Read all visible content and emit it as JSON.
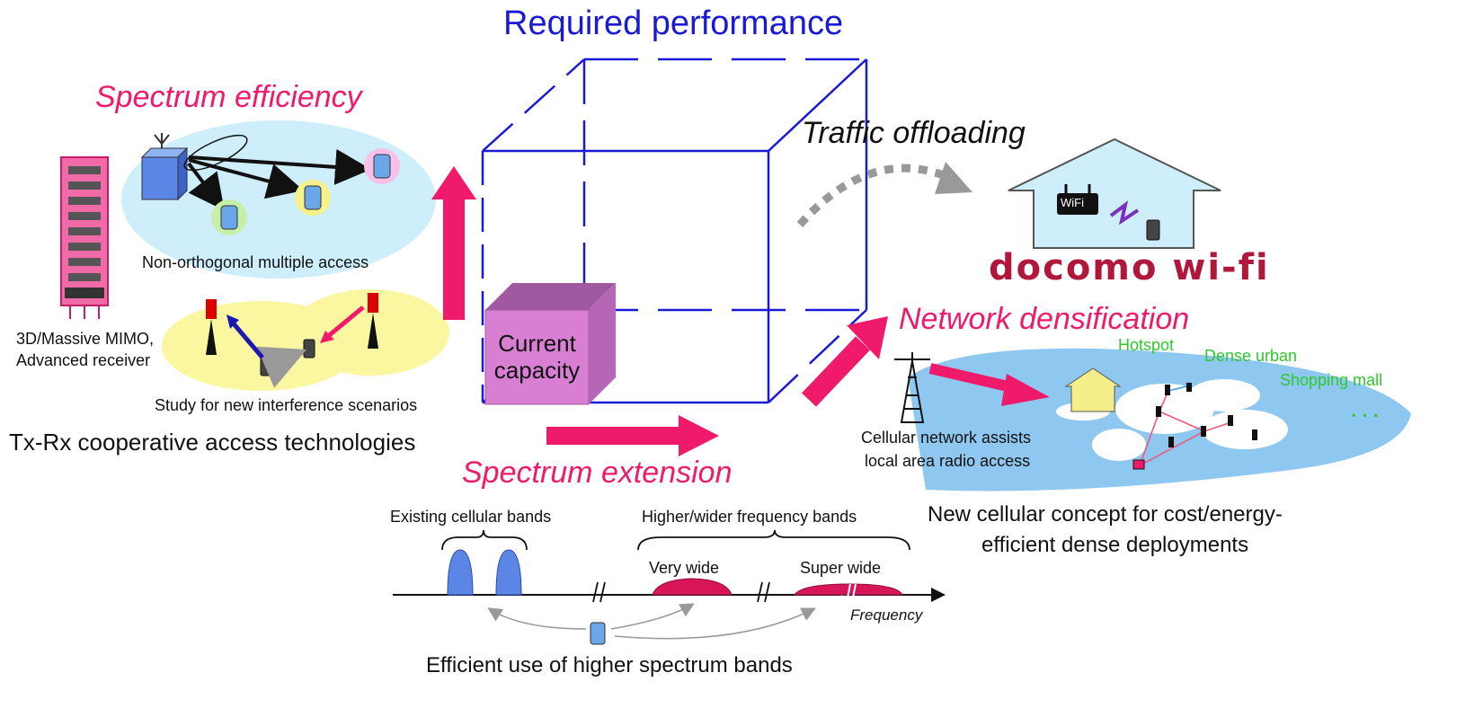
{
  "title": "Required performance",
  "spectrum_efficiency": {
    "heading": "Spectrum efficiency",
    "noma_label": "Non-orthogonal multiple access",
    "mimo_label_line1": "3D/Massive MIMO,",
    "mimo_label_line2": "Advanced receiver",
    "interference_label": "Study for new interference scenarios",
    "footer": "Tx-Rx cooperative access technologies"
  },
  "cube": {
    "current_capacity_line1": "Current",
    "current_capacity_line2": "capacity"
  },
  "offloading": {
    "heading": "Traffic offloading",
    "wifi_badge": "WiFi",
    "brand": "docomo wi-fi"
  },
  "densification": {
    "heading": "Network densification",
    "hotspot": "Hotspot",
    "dense_urban": "Dense urban",
    "shopping_mall": "Shopping mall",
    "ellipsis": "...",
    "assist_line1": "Cellular network assists",
    "assist_line2": "local area radio access",
    "footer_line1": "New cellular concept for cost/energy-",
    "footer_line2": "efficient dense deployments"
  },
  "spectrum_extension": {
    "heading": "Spectrum extension",
    "existing_bands": "Existing cellular bands",
    "higher_bands": "Higher/wider frequency bands",
    "very_wide": "Very wide",
    "super_wide": "Super wide",
    "frequency_axis": "Frequency",
    "footer": "Efficient use of higher spectrum bands"
  },
  "colors": {
    "cube_blue": "#1a1ad6",
    "accent_pink": "#ef1a6a",
    "ellipse_cyan": "#cdeefa",
    "ellipse_yellow": "#fbf6a0",
    "densification_blue": "#8ec8f0",
    "current_capacity_purple": "#d97fd3"
  }
}
